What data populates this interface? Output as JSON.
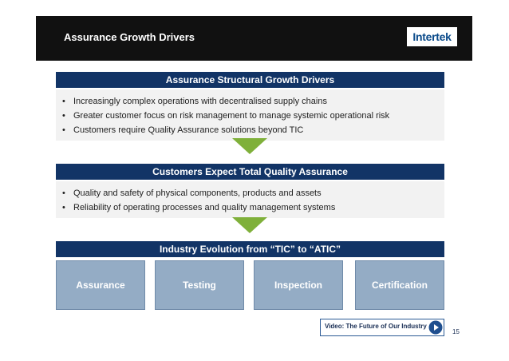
{
  "header": {
    "title": "Assurance Growth Drivers",
    "logo": "Intertek"
  },
  "section1": {
    "title": "Assurance Structural Growth Drivers",
    "bullets": [
      "Increasingly complex operations with decentralised supply chains",
      "Greater customer focus on risk management to manage systemic operational risk",
      "Customers require Quality Assurance solutions beyond TIC"
    ]
  },
  "section2": {
    "title": "Customers Expect Total Quality Assurance",
    "bullets": [
      "Quality and safety of physical components, products and assets",
      "Reliability of operating processes and quality management systems"
    ]
  },
  "section3": {
    "title": "Industry Evolution from “TIC” to “ATIC”",
    "boxes": [
      "Assurance",
      "Testing",
      "Inspection",
      "Certification"
    ]
  },
  "video": {
    "label": "Video: The Future of Our Industry",
    "icon": "play-icon"
  },
  "page_number": "15",
  "colors": {
    "header_bg": "#111111",
    "bar_bg": "#123466",
    "arrow": "#7fb03a",
    "box_bg": "#94acc5"
  }
}
